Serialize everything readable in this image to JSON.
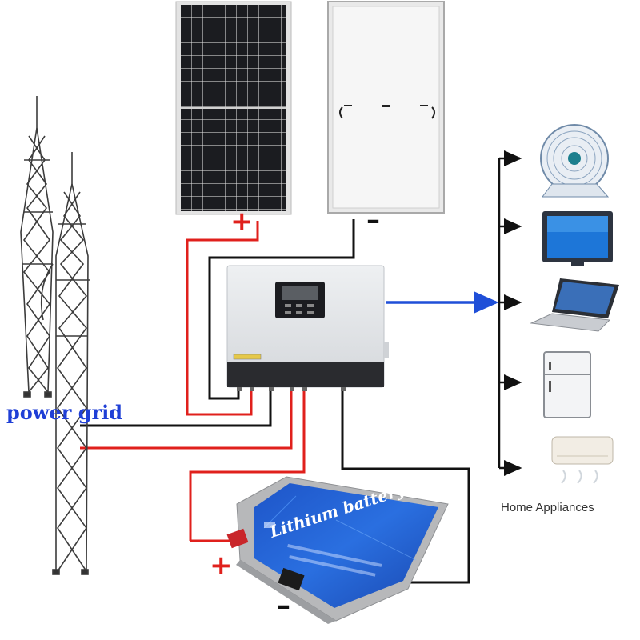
{
  "labels": {
    "power_grid": "power grid",
    "home_appliances": "Home Appliances",
    "battery": "Lithium battery"
  },
  "signs": {
    "panel_positive": "+",
    "panel_negative": "–",
    "battery_positive": "+",
    "battery_negative": "–"
  },
  "colors": {
    "positive_wire": "#e0201c",
    "negative_wire": "#111111",
    "output_arrow": "#1f4fd8",
    "grid_label": "#1f3fd6",
    "battery_blue": "#1e55c8"
  },
  "appliances": [
    "fan-icon",
    "tv-icon",
    "laptop-icon",
    "fridge-icon",
    "air-conditioner-icon"
  ]
}
